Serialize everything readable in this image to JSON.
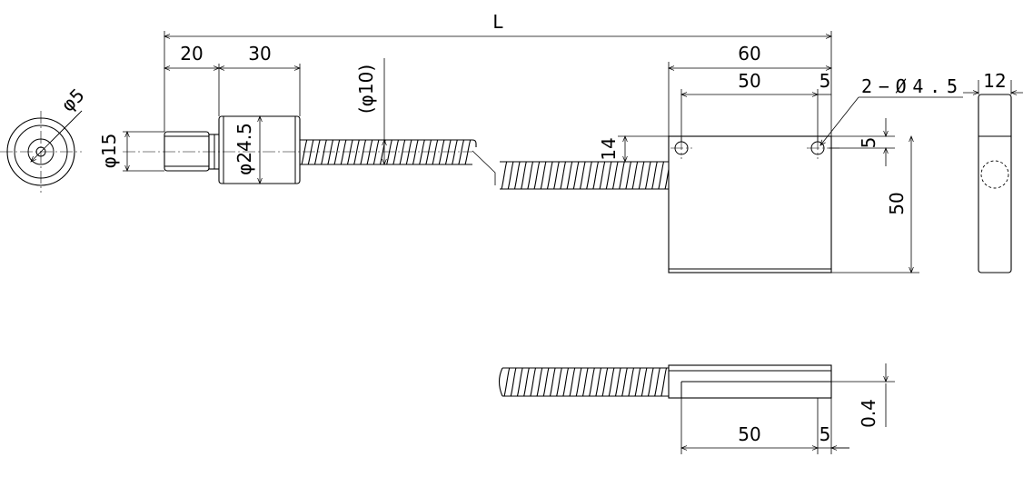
{
  "dimensions": {
    "overall_length": "L",
    "ferrule_length": "20",
    "sleeve_length": "30",
    "plate_width": "60",
    "hole_pitch": "50",
    "hole_edge_offset": "5",
    "hole_spec": "2−Ø4.5",
    "plate_thickness": "12",
    "ferrule_diameter": "φ15",
    "sleeve_diameter": "φ24.5",
    "tube_diameter": "(φ10)",
    "bore_diameter": "φ5",
    "hole_from_top": "14",
    "hole_vertical_offset": "5",
    "plate_height": "50",
    "bottom_pitch": "50",
    "bottom_offset": "5",
    "window_gap": "0.4"
  },
  "colors": {
    "line": "#000000",
    "background": "#ffffff"
  }
}
